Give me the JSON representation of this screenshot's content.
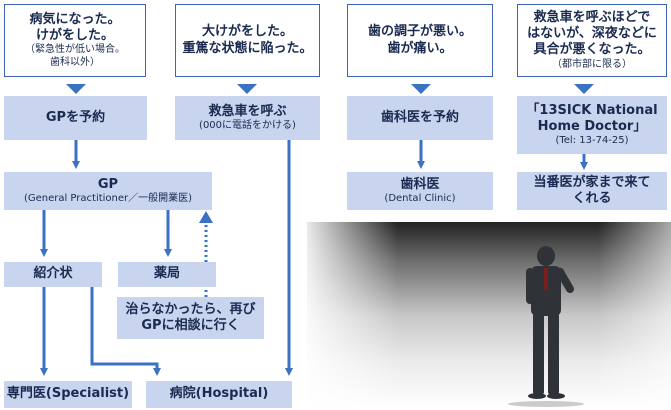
{
  "columns": {
    "col1": {
      "top": {
        "line1": "病気になった。",
        "line2": "けがをした。",
        "note1": "（緊急性が低い場合。",
        "note2": "歯科以外）"
      },
      "step1": "GPを予約",
      "gp_title": "GP",
      "gp_sub": "(General Practitioner／一般開業医)",
      "referral": "紹介状",
      "pharmacy": "薬局",
      "recheck_line1": "治らなかったら、再び",
      "recheck_line2": "GPに相談に行く",
      "specialist": "専門医(Specialist)",
      "hospital": "病院(Hospital)"
    },
    "col2": {
      "top": {
        "line1": "大けがをした。",
        "line2": "重篤な状態に陥った。"
      },
      "step1": "救急車を呼ぶ",
      "step1_sub": "(000に電話をかける)"
    },
    "col3": {
      "top": {
        "line1": "歯の調子が悪い。",
        "line2": "歯が痛い。"
      },
      "step1": "歯科医を予約",
      "step2": "歯科医",
      "step2_sub": "(Dental Clinic)"
    },
    "col4": {
      "top": {
        "line1": "救急車を呼ぶほどで",
        "line2": "はないが、深夜などに",
        "line3": "具合が悪くなった。",
        "note": "（都市部に限る）"
      },
      "step1_line1": "「13SICK National",
      "step1_line2": "Home Doctor」",
      "step1_sub": "(Tel: 13-74-25)",
      "step2_line1": "当番医が家まで来て",
      "step2_line2": "くれる"
    }
  },
  "colors": {
    "border": "#3e64b6",
    "fill": "#c9d4ef",
    "arrow": "#3a72c4",
    "text": "#1a2a50"
  }
}
